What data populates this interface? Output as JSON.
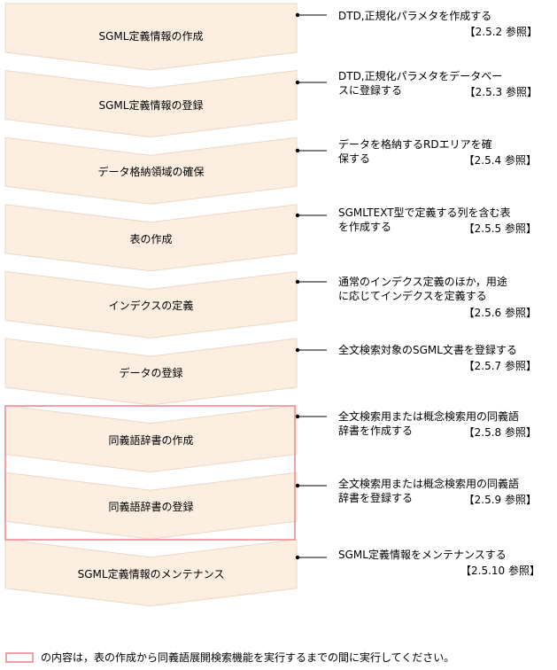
{
  "colors": {
    "step_fill": "#fcefe2",
    "step_stroke": "#e9d8c6",
    "highlight_border": "#f0a0a8",
    "connector": "#000000"
  },
  "steps": [
    {
      "label": "SGML定義情報の作成",
      "desc_lines": [
        "DTD,正規化パラメタを作成する"
      ],
      "ref": "【2.5.2 参照】"
    },
    {
      "label": "SGML定義情報の登録",
      "desc_lines": [
        "DTD,正規化パラメタをデータベー",
        "スに登録する"
      ],
      "ref": "【2.5.3 参照】"
    },
    {
      "label": "データ格納領域の確保",
      "desc_lines": [
        "データを格納するRDエリアを確",
        "保する"
      ],
      "ref": "【2.5.4 参照】"
    },
    {
      "label": "表の作成",
      "desc_lines": [
        "SGMLTEXT型で定義する列を含む表",
        "を作成する"
      ],
      "ref": "【2.5.5 参照】"
    },
    {
      "label": "インデクスの定義",
      "desc_lines": [
        "通常のインデクス定義のほか，用途",
        "に応じてインデクスを定義する"
      ],
      "ref": "【2.5.6 参照】"
    },
    {
      "label": "データの登録",
      "desc_lines": [
        "全文検索対象のSGML文書を登録する"
      ],
      "ref": "【2.5.7 参照】"
    },
    {
      "label": "同義語辞書の作成",
      "desc_lines": [
        "全文検索用または概念検索用の同義語",
        "辞書を作成する"
      ],
      "ref": "【2.5.8 参照】"
    },
    {
      "label": "同義語辞書の登録",
      "desc_lines": [
        "全文検索用または概念検索用の同義語",
        "辞書を登録する"
      ],
      "ref": "【2.5.9 参照】"
    },
    {
      "label": "SGML定義情報のメンテナンス",
      "desc_lines": [
        "SGML定義情報をメンテナンスする"
      ],
      "ref": "【2.5.10 参照】"
    }
  ],
  "footnote": {
    "text": "の内容は，表の作成から同義語展開検索機能を実行するまでの間に実行してください。"
  }
}
